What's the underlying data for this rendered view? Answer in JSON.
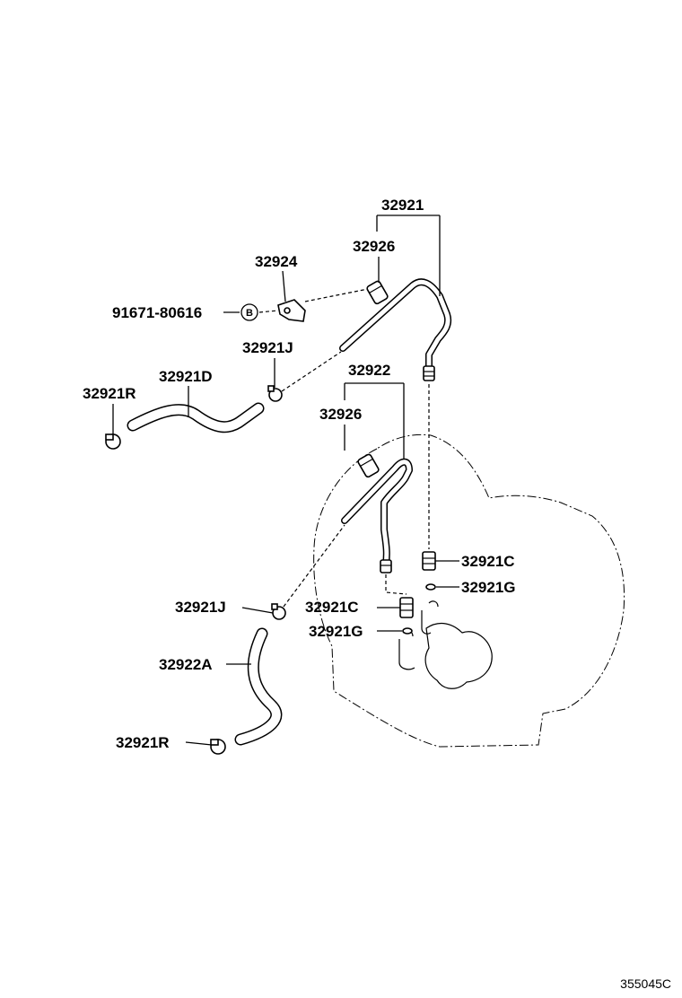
{
  "callouts": {
    "c32921_top": "32921",
    "c32926_top": "32926",
    "c32924": "32924",
    "c91671": "91671-80616",
    "c32921J_top": "32921J",
    "c32921D": "32921D",
    "c32921R_top": "32921R",
    "c32922": "32922",
    "c32926_mid": "32926",
    "c32921C_right": "32921C",
    "c32921G_right": "32921G",
    "c32921J_bottom": "32921J",
    "c32921C_mid": "32921C",
    "c32921G_mid": "32921G",
    "c32922A": "32922A",
    "c32921R_bottom": "32921R"
  },
  "badge": "B",
  "document_id": "355045C"
}
